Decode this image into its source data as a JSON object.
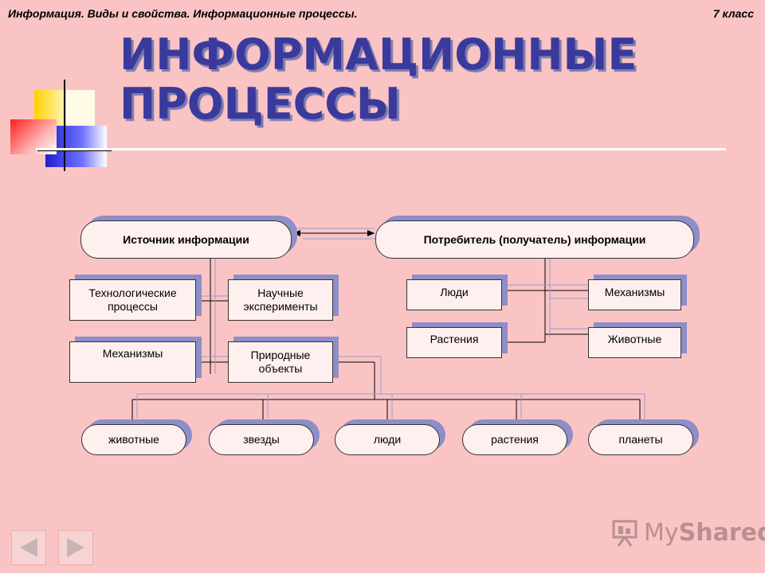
{
  "header": {
    "left": "Информация. Виды и свойства. Информационные процессы.",
    "right": "7 класс"
  },
  "title": {
    "line1": "ИНФОРМАЦИОННЫЕ",
    "line2": "ПРОЦЕССЫ"
  },
  "diagram": {
    "source": "Источник информации",
    "consumer": "Потребитель (получатель) информации",
    "source_items": {
      "tech": "Технологические процессы",
      "science": "Научные эксперименты",
      "mechanisms": "Механизмы",
      "nature": "Природные объекты"
    },
    "consumer_items": {
      "people": "Люди",
      "mechanisms": "Механизмы",
      "plants": "Растения",
      "animals": "Животные"
    },
    "nature_items": [
      "животные",
      "звезды",
      "люди",
      "растения",
      "планеты"
    ]
  },
  "logo": {
    "my": "My",
    "shared": "Shared"
  },
  "colors": {
    "background": "#fbc4c4",
    "title": "#3a3a9c",
    "shadow": "#8e8ec8",
    "box_fill": "#fff0f0"
  }
}
